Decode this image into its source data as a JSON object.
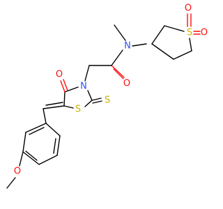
{
  "molecule": {
    "atoms": {
      "sulfone_s": "S",
      "sulfone_o_top": "O",
      "sulfone_o_right": "O",
      "amide_n": "N",
      "amide_o": "O",
      "ring_n": "N",
      "ring_s": "S",
      "thione_s": "S",
      "ketone_o": "O",
      "ether_o": "O"
    },
    "colors": {
      "oxygen": "#ff0d0d",
      "nitrogen": "#3050f8",
      "sulfur": "#c8b400",
      "carbon": "#000000"
    }
  }
}
